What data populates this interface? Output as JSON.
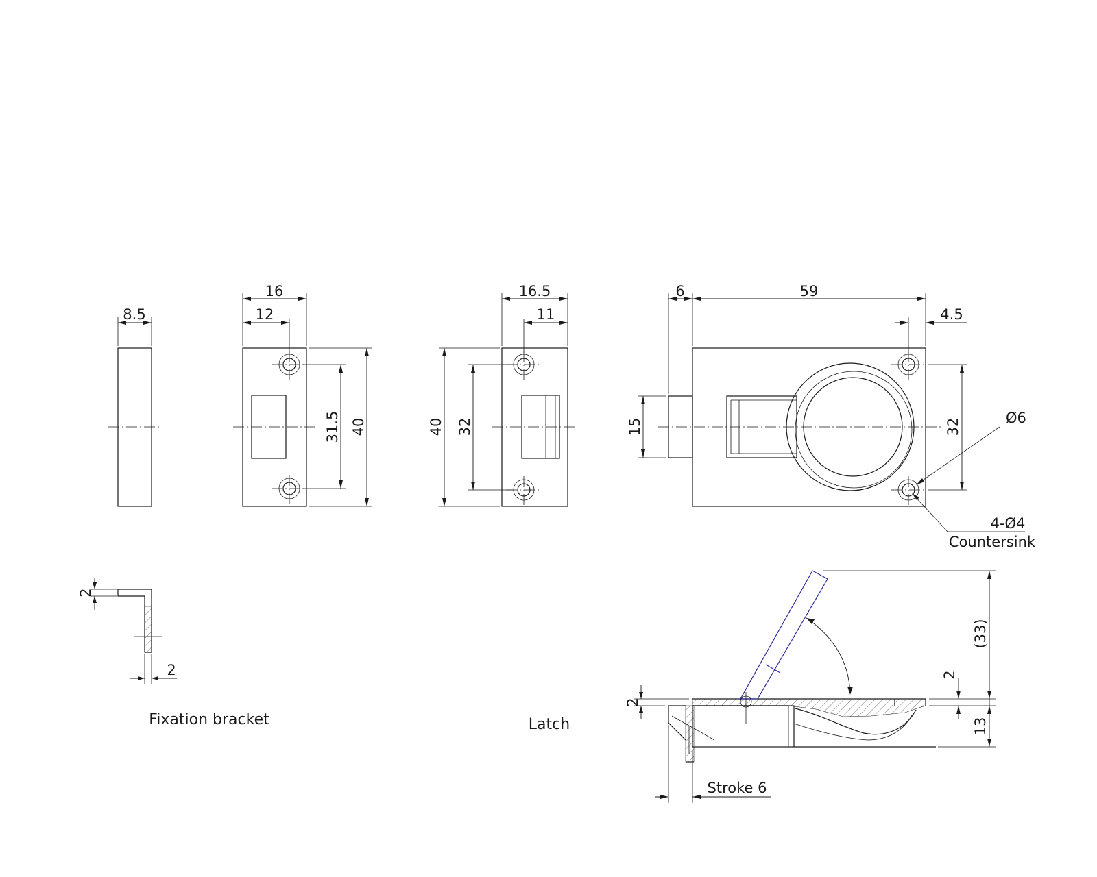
{
  "views": {
    "side": {
      "width": "8.5"
    },
    "strike_front": {
      "width_total": "16",
      "width_slot": "12",
      "hole_pitch": "31.5",
      "height": "40"
    },
    "strike_plate": {
      "width_total": "16.5",
      "width_slot": "11",
      "height": "40",
      "hole_pitch": "32"
    },
    "latch_front": {
      "bolt_offset": "6",
      "length": "59",
      "hole_edge": "4.5",
      "bolt_height": "15",
      "hole_pitch": "32",
      "ring_diameter": "Ø6",
      "holes": "4-Ø4",
      "holes_note": "Countersink"
    },
    "bracket": {
      "top_thickness": "2",
      "wall_thickness": "2"
    },
    "latch_section": {
      "open_height": "(33)",
      "plate_thickness": "2",
      "plate_thickness_left": "2",
      "body_height": "13",
      "stroke": "Stroke 6"
    }
  },
  "captions": {
    "bracket": "Fixation bracket",
    "latch": "Latch"
  }
}
